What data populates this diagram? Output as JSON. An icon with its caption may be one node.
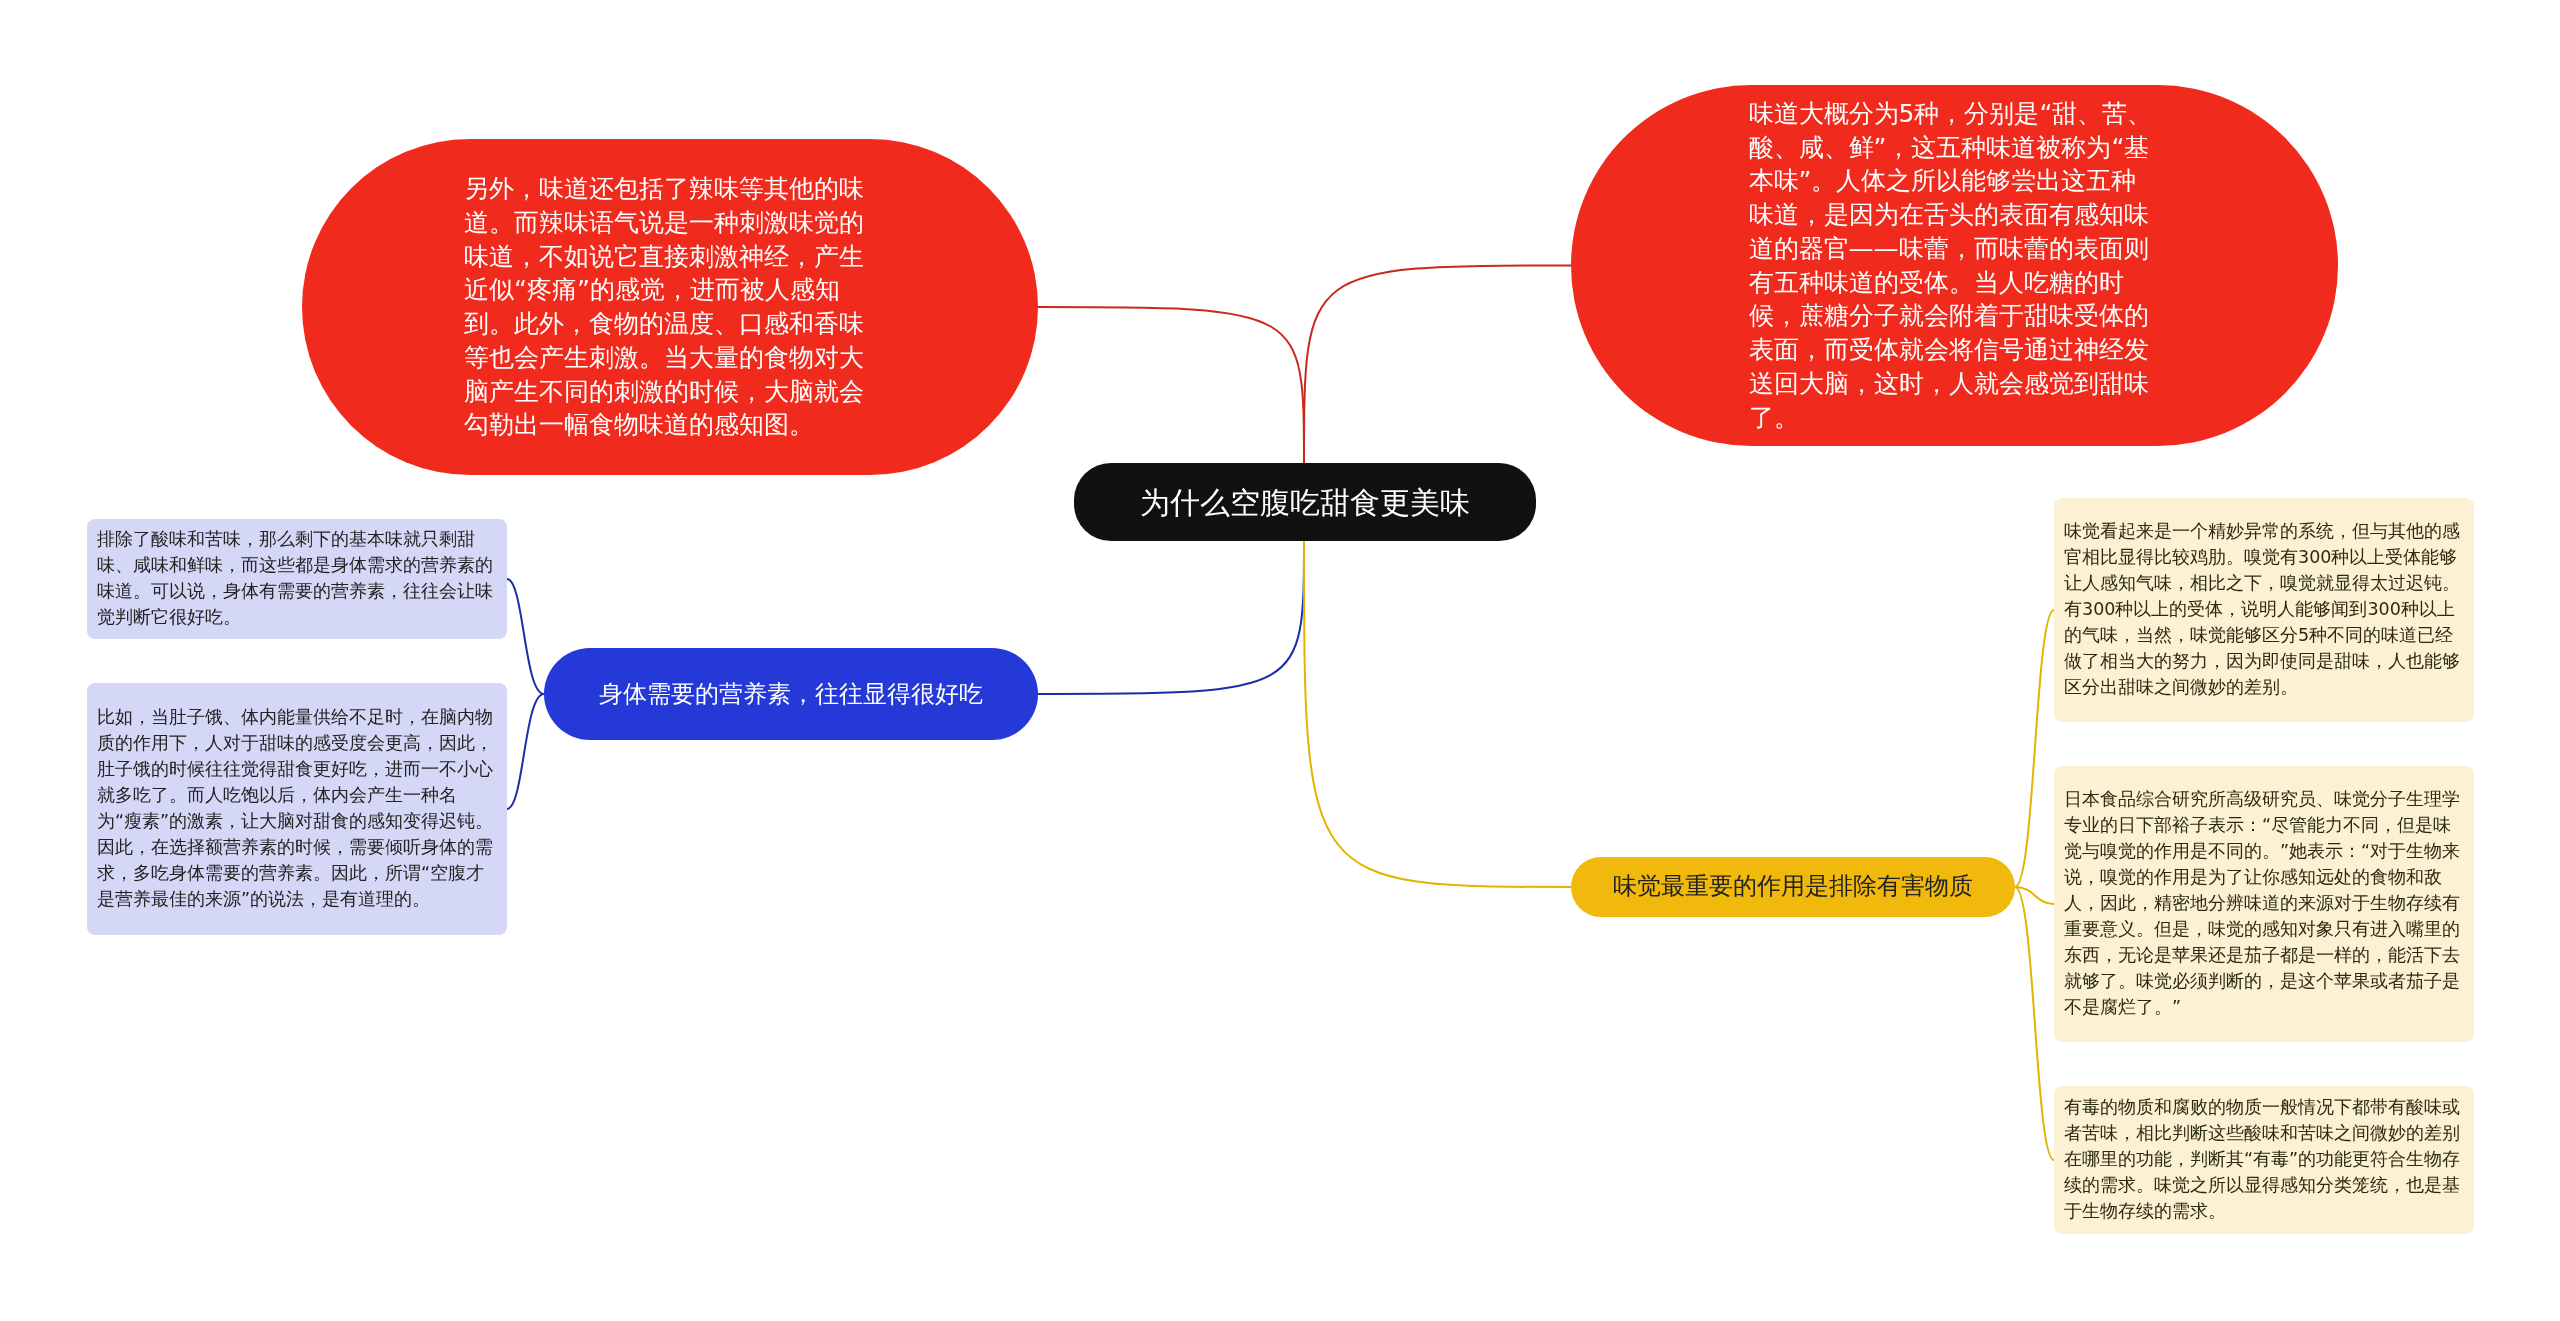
{
  "diagram": {
    "nodes": [
      {
        "text": [
          "为什么空腹吃甜食更美味"
        ]
      },
      {
        "text": [
          "另外，味道还包括了辣味等其他的味道。而辣味语气说是一种刺激味觉的味道，不如说它直接刺激神经，产生近似“疼痛”的感觉，进而被人感知到。此外，食物的温度、口感和香味等也会产生刺激。当大量的食物对大脑产生不同的刺激的时候，大脑就会勾勒出一幅食物味道的感知图。"
        ]
      },
      {
        "text": [
          "味道大概分为5种，分别是“甜、苦、酸、咸、鲜”，这五种味道被称为“基本味”。人体之所以能够尝出这五种味道，是因为在舌头的表面有感知味道的器官——味蕾，而味蕾的表面则有五种味道的受体。当人吃糖的时候，蔗糖分子就会附着于甜味受体的表面，而受体就会将信号通过神经发送回大脑，这时，人就会感觉到甜味了。"
        ]
      },
      {
        "text": [
          "身体需要的营养素，往往显得很好吃"
        ]
      },
      {
        "text": [
          "排除了酸味和苦味，那么剩下的基本味就只剩甜味、咸味和鲜味，而这些都是身体需求的营养素的味道。可以说，身体有需要的营养素，往往会让味觉判断它很好吃。"
        ]
      },
      {
        "text": [
          "比如，当肚子饿、体内能量供给不足时，在脑内物质的作用下，人对于甜味的感受度会更高，因此，肚子饿的时候往往觉得甜食更好吃，进而一不小心就多吃了。而人吃饱以后，体内会产生一种名为“瘦素”的激素，让大脑对甜食的感知变得迟钝。因此，在选择额营养素的时候，需要倾听身体的需求，多吃身体需要的营养素。因此，所谓“空腹才是营养最佳的来源”的说法，是有道理的。"
        ]
      },
      {
        "text": [
          "味觉最重要的作用是排除有害物质"
        ]
      },
      {
        "text": [
          "味觉看起来是一个精妙异常的系统，但与其他的感官相比显得比较鸡肋。嗅觉有300种以上受体能够让人感知气味，相比之下，嗅觉就显得太过迟钝。有300种以上的受体，说明人能够闻到300种以上的气味，当然，味觉能够区分5种不同的味道已经做了相当大的努力，因为即使同是甜味，人也能够区分出甜味之间微妙的差别。"
        ]
      },
      {
        "text": [
          "日本食品综合研究所高级研究员、味觉分子生理学专业的日下部裕子表示：“尽管能力不同，但是味觉与嗅觉的作用是不同的。”她表示：“对于生物来说，嗅觉的作用是为了让你感知远处的食物和敌人，因此，精密地分辨味道的来源对于生物存续有重要意义。但是，味觉的感知对象只有进入嘴里的东西，无论是苹果还是茄子都是一样的，能活下去就够了。味觉必须判断的，是这个苹果或者茄子是不是腐烂了。”"
        ]
      },
      {
        "text": [
          "有毒的物质和腐败的物质一般情况下都带有酸味或者苦味，相比判断这些酸味和苦味之间微妙的差别在哪里的功能，判断其“有毒”的功能更符合生物存续的需求。味觉之所以显得感知分类笼统，也是基于生物存续的需求。"
        ]
      }
    ],
    "edges": [
      {
        "from": 0,
        "to": 1,
        "arrow": "none",
        "color": "#c8281e"
      },
      {
        "from": 0,
        "to": 2,
        "arrow": "none",
        "color": "#c8281e"
      },
      {
        "from": 0,
        "to": 3,
        "arrow": "none",
        "color": "#1a2ea8"
      },
      {
        "from": 3,
        "to": 4,
        "arrow": "none",
        "color": "#1a2ea8"
      },
      {
        "from": 3,
        "to": 5,
        "arrow": "none",
        "color": "#1a2ea8"
      },
      {
        "from": 0,
        "to": 6,
        "arrow": "none",
        "color": "#e2b400"
      },
      {
        "from": 6,
        "to": 7,
        "arrow": "none",
        "color": "#e2b400"
      },
      {
        "from": 6,
        "to": 8,
        "arrow": "none",
        "color": "#e2b400"
      },
      {
        "from": 6,
        "to": 9,
        "arrow": "none",
        "color": "#e2b400"
      }
    ]
  }
}
